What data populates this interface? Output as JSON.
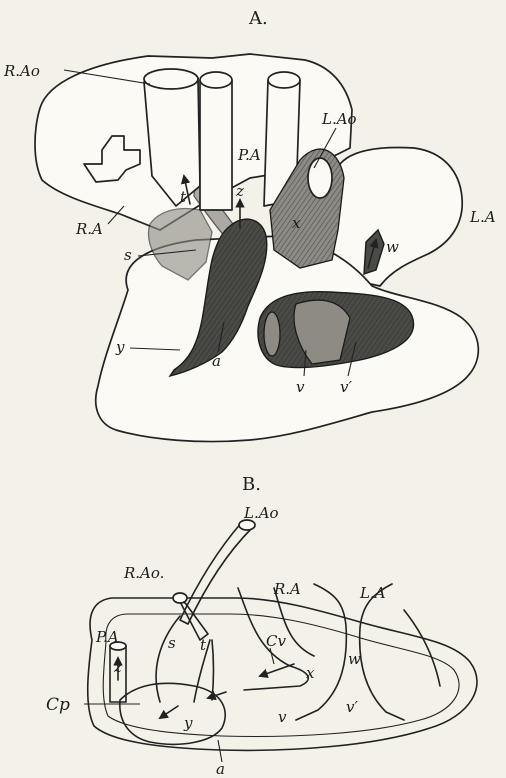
{
  "figure_a": {
    "title": "A.",
    "labels": {
      "r_ao": "R.Ao",
      "l_ao": "L.Ao",
      "p_a": "P.A",
      "r_a": "R.A",
      "l_a": "L.A",
      "t": "t",
      "z": "z",
      "s": "s",
      "x": "x",
      "w": "w",
      "y": "y",
      "a": "a",
      "v": "v",
      "v_prime": "v′"
    }
  },
  "figure_b": {
    "title": "B.",
    "labels": {
      "l_ao": "L.Ao",
      "r_ao": "R.Ao.",
      "p_a": "P.A",
      "r_a": "R.A",
      "l_a": "L.A",
      "z": "z",
      "s": "s",
      "t": "t",
      "cv": "Cv",
      "x": "x",
      "w": "w",
      "y": "y",
      "cp": "Cp",
      "v": "v",
      "v_prime": "v′",
      "a": "a"
    }
  }
}
